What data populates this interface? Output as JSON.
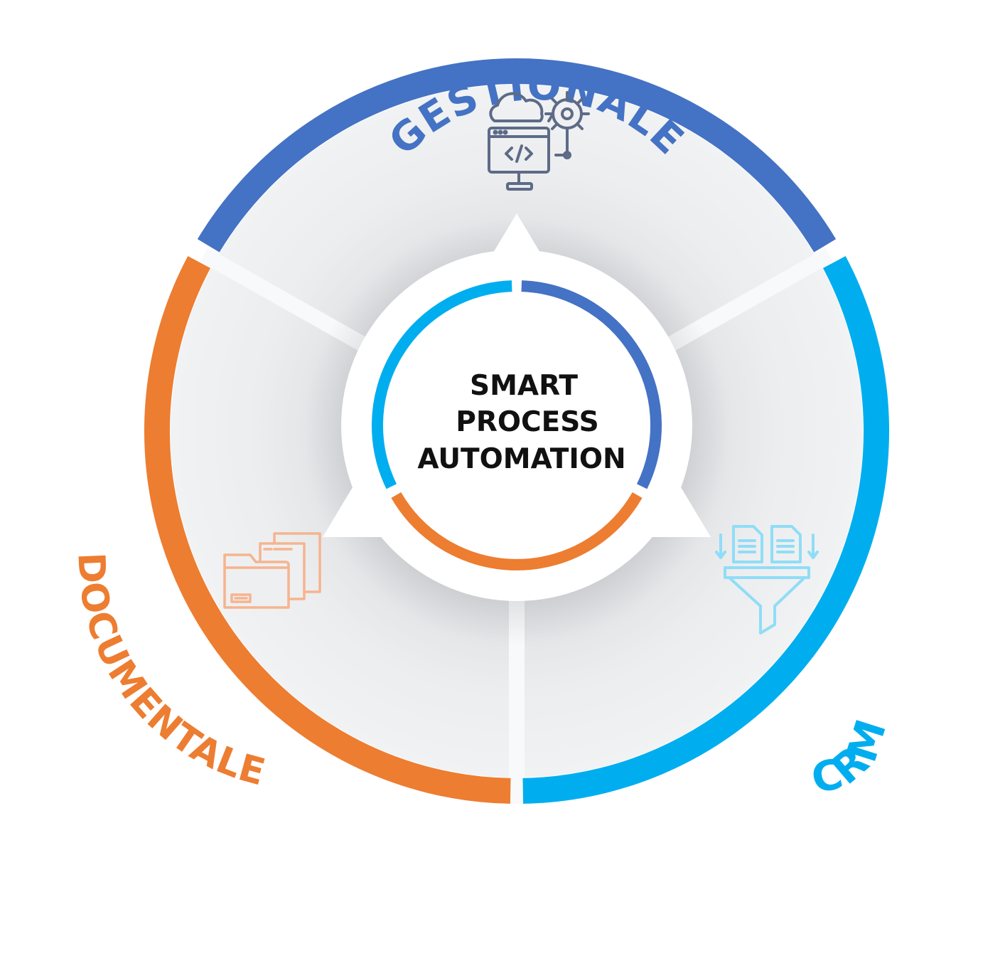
{
  "diagram": {
    "center_lines": [
      "SMART",
      "PROCESS",
      "AUTOMATION"
    ],
    "segments": [
      {
        "key": "gestionale",
        "label": "GESTIONALE",
        "color": "#4472C4",
        "icon": "cloud-code-gear-icon"
      },
      {
        "key": "crm",
        "label": "CRM",
        "color": "#00AEEF",
        "icon": "document-funnel-icon"
      },
      {
        "key": "documentale",
        "label": "DOCUMENTALE",
        "color": "#ED7D31",
        "icon": "folder-documents-icon"
      }
    ],
    "colors": {
      "disc": "#EEEFF1",
      "disc_shadow": "#C9CBCF",
      "center_text": "#111111",
      "divider": "#F8F9FA",
      "gestionale_icon": "#5D6B87",
      "crm_icon": "#8FDDF7",
      "documentale_icon": "#F6B48E"
    }
  }
}
